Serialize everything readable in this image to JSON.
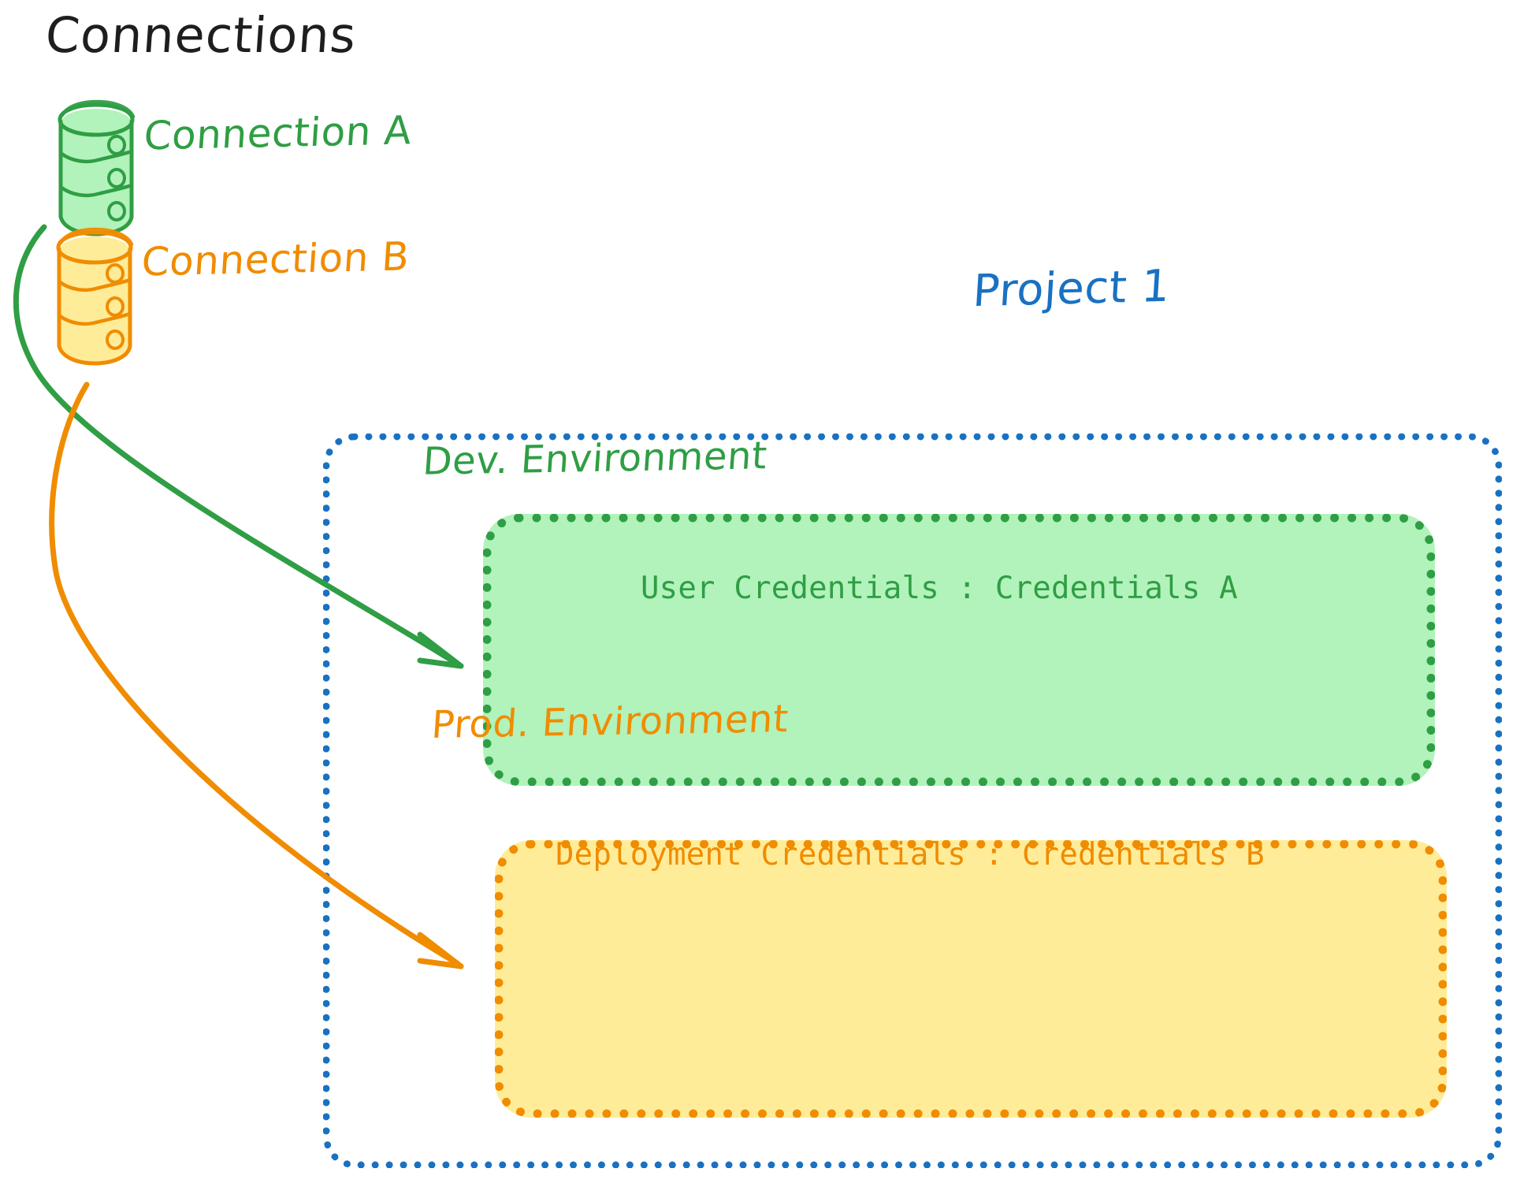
{
  "diagram": {
    "type": "architecture-diagram",
    "style": "hand-drawn sketch (excalidraw)",
    "background": "#ffffff",
    "title": "Connections"
  },
  "colors": {
    "black": "#1e1e1e",
    "green": "#2f9e44",
    "green_fill": "#b2f2bb",
    "orange": "#f08c00",
    "orange_fill": "#ffec99",
    "blue": "#1971c2"
  },
  "connections": {
    "heading": "Connections",
    "items": [
      {
        "label": "Connection A",
        "color": "#2f9e44",
        "icon": "database-cylinder-icon",
        "targets": "Dev. Environment"
      },
      {
        "label": "Connection B",
        "color": "#f08c00",
        "icon": "database-cylinder-icon",
        "targets": "Prod. Environment"
      }
    ]
  },
  "project": {
    "label": "Project 1",
    "color": "#1971c2",
    "border": "dotted",
    "environments": [
      {
        "name": "Dev. Environment",
        "color": "#2f9e44",
        "fill": "#b2f2bb",
        "credential_line": "User Credentials : Credentials A",
        "credential_key": "User Credentials",
        "credential_value": "Credentials A"
      },
      {
        "name": "Prod. Environment",
        "color": "#f08c00",
        "fill": "#ffec99",
        "credential_line": "Deployment Credentials : Credentials B",
        "credential_key": "Deployment Credentials",
        "credential_value": "Credentials B"
      }
    ]
  },
  "arrows": [
    {
      "name": "arrow-connection-a-to-dev",
      "from": "Connection A",
      "to": "Dev. Environment",
      "color": "#2f9e44"
    },
    {
      "name": "arrow-connection-b-to-prod",
      "from": "Connection B",
      "to": "Prod. Environment",
      "color": "#f08c00"
    }
  ]
}
